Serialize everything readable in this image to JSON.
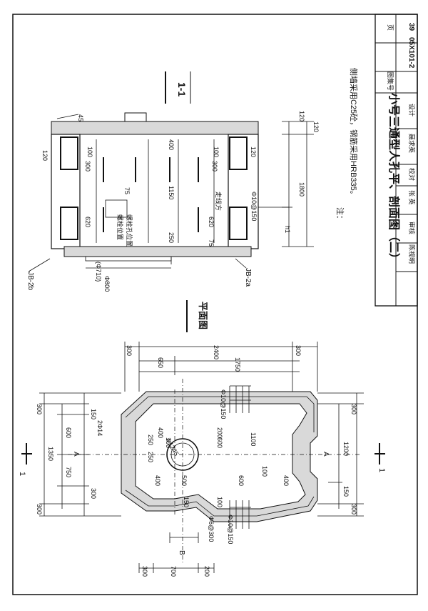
{
  "title_block": {
    "drawing_title": "小号三通型人孔平、剖面图（二）",
    "atlas_label": "图集号",
    "atlas_no": "05X101-2",
    "page_label": "页",
    "page_no": "39",
    "review_label": "审核",
    "reviewer": "陈视明",
    "check_label": "校对",
    "checker": "张 英",
    "design_label": "设计",
    "designer": "聂求英"
  },
  "notes": {
    "heading": "注：",
    "line1": "侧墙采用C25砼，钢筋采用HRB335。"
  },
  "section_view": {
    "title": "1-1",
    "labels": {
      "jb2b": "JB-2b",
      "jb2a": "JB-2a",
      "d800": "Φ800",
      "d710": "(Φ710)",
      "rebar_150": "Φ10@150",
      "h1": "h1",
      "label_a": "走线方",
      "label_b": "螺栓位置",
      "label_c": "螺栓孔位置"
    },
    "dims": [
      "45",
      "120",
      "120",
      "100",
      "100",
      "120",
      "300",
      "300",
      "400",
      "1150",
      "250",
      "620",
      "620",
      "75",
      "75",
      "1800",
      "120"
    ]
  },
  "plan_view": {
    "title": "平面图",
    "section_mark": "1",
    "labels": {
      "rebar_top": "Φ10@150",
      "rebar_bottom": "Φ10@150",
      "rebar_bot2": "Φ6@300",
      "bar_2d14": "2Φ14",
      "label_A": "A",
      "label_B": "B",
      "circle": "Φ1245"
    },
    "dims_left": [
      "300",
      "150",
      "600",
      "1350",
      "750",
      "300",
      "300"
    ],
    "dims_right": [
      "300",
      "1200",
      "150",
      "300"
    ],
    "dims_bottom": [
      "300",
      "700",
      "200"
    ],
    "dims_top": [
      "300",
      "2400",
      "1750",
      "650",
      "300"
    ],
    "dims_inner": [
      "1100",
      "200",
      "600",
      "400",
      "100",
      "250",
      "250",
      "400",
      "500",
      "600",
      "400",
      "100",
      "150",
      "100"
    ]
  }
}
